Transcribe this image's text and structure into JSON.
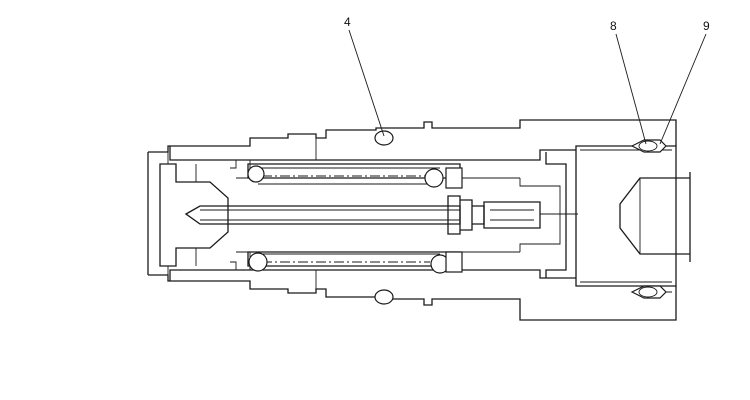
{
  "diagram": {
    "callouts": [
      {
        "id": "4",
        "label": "4"
      },
      {
        "id": "8",
        "label": "8"
      },
      {
        "id": "9",
        "label": "9"
      }
    ],
    "colors": {
      "line": "#1a1a1a",
      "background": "#ffffff"
    }
  }
}
